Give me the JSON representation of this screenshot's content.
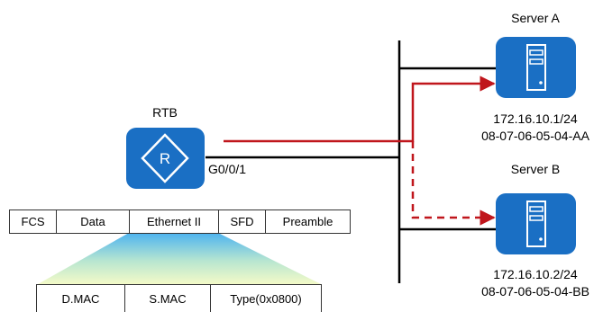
{
  "router": {
    "name": "RTB",
    "port_label": "G0/0/1"
  },
  "servers": [
    {
      "name": "Server A",
      "ip": "172.16.10.1/24",
      "mac": "08-07-06-05-04-AA"
    },
    {
      "name": "Server B",
      "ip": "172.16.10.2/24",
      "mac": "08-07-06-05-04-BB"
    }
  ],
  "frame_fields": [
    "FCS",
    "Data",
    "Ethernet II",
    "SFD",
    "Preamble"
  ],
  "header_fields": [
    "D.MAC",
    "S.MAC",
    "Type(0x0800)"
  ],
  "colors": {
    "device_blue": "#1a6fc4",
    "arrow_red": "#c0161c",
    "line_black": "#000000",
    "gradient_top": "#4db3f0",
    "gradient_bottom": "#f4fac8"
  },
  "icons": [
    "router-icon",
    "server-icon"
  ]
}
